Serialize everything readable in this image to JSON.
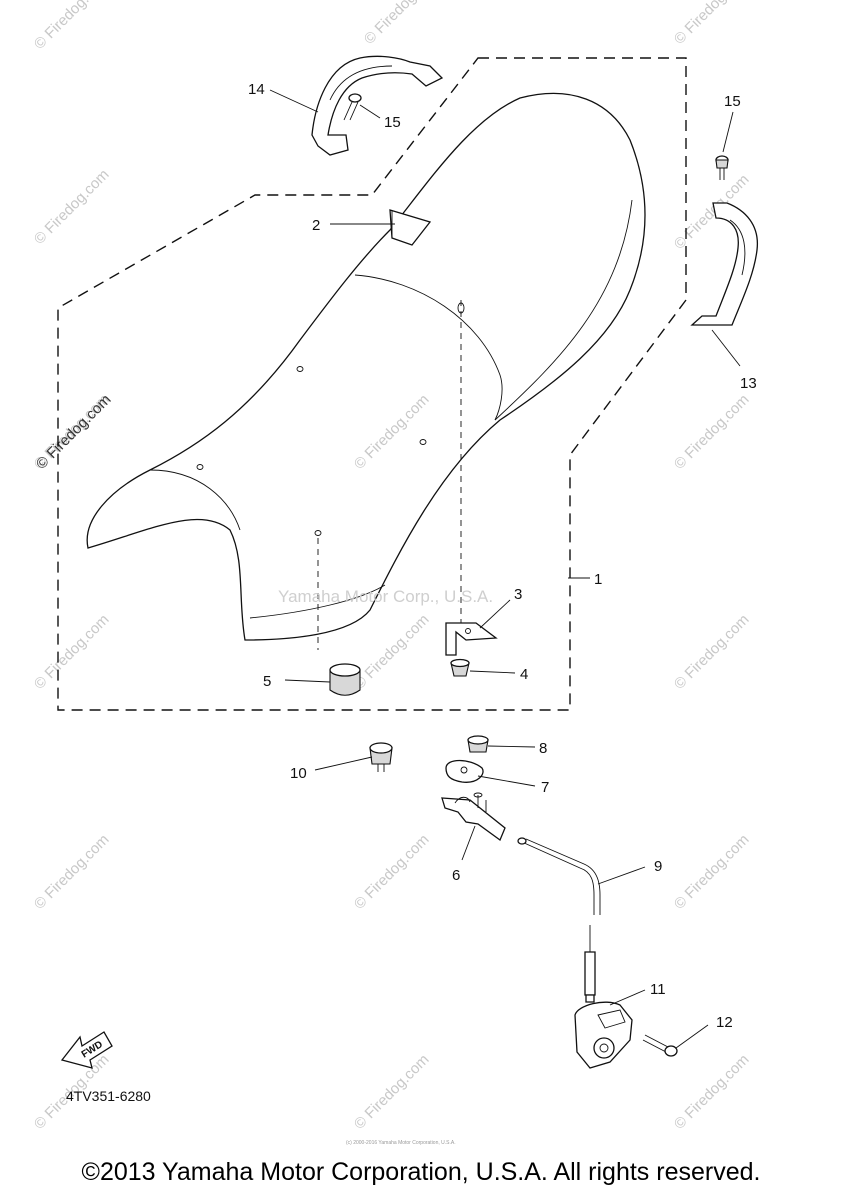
{
  "diagram": {
    "part_code": "4TV351-6280",
    "fwd_label": "FWD",
    "tiny_copyright": "(c) 2000-2016 Yamaha Motor Corporation, U.S.A.",
    "center_watermark": "Yamaha Motor Corp., U.S.A.",
    "watermark": "© Firedog.com",
    "callouts": {
      "c1": "1",
      "c2": "2",
      "c3": "3",
      "c4": "4",
      "c5": "5",
      "c6": "6",
      "c7": "7",
      "c8": "8",
      "c9": "9",
      "c10": "10",
      "c11": "11",
      "c12": "12",
      "c13": "13",
      "c14": "14",
      "c15a": "15",
      "c15b": "15"
    }
  },
  "footer": {
    "copyright": "©2013 Yamaha Motor Corporation, U.S.A. All rights reserved."
  }
}
